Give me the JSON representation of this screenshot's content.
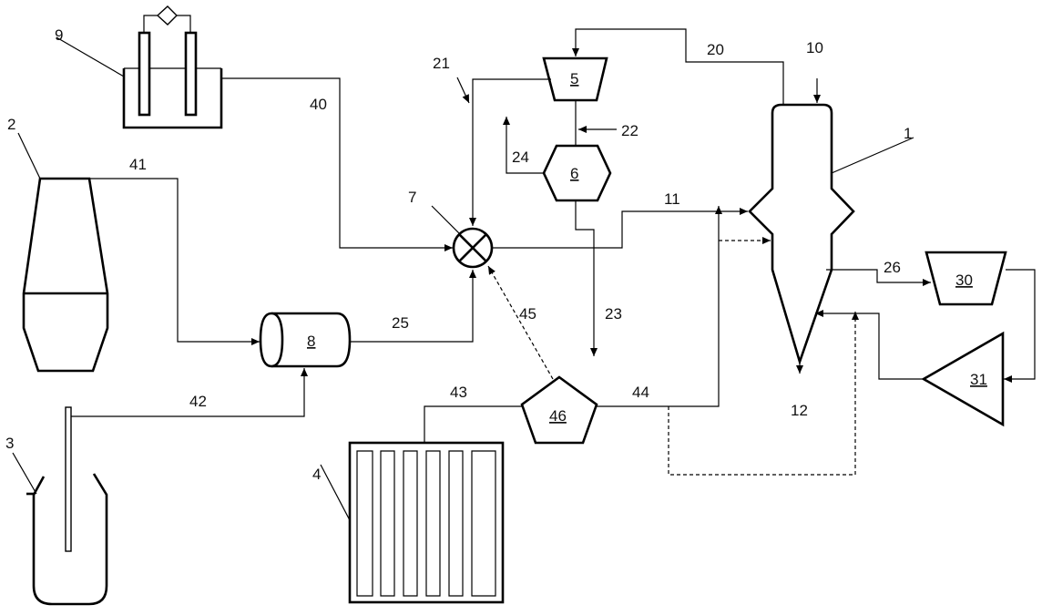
{
  "labels": {
    "l1": "1",
    "l2": "2",
    "l3": "3",
    "l4": "4",
    "l5": "5",
    "l6": "6",
    "l7": "7",
    "l8": "8",
    "l9": "9",
    "l10": "10",
    "l11": "11",
    "l12": "12",
    "l20": "20",
    "l21": "21",
    "l22": "22",
    "l23": "23",
    "l24": "24",
    "l25": "25",
    "l26": "26",
    "l30": "30",
    "l31": "31",
    "l40": "40",
    "l41": "41",
    "l42": "42",
    "l43": "43",
    "l44": "44",
    "l45": "45",
    "l46": "46"
  },
  "colors": {
    "stroke": "#000000",
    "background": "#ffffff"
  }
}
